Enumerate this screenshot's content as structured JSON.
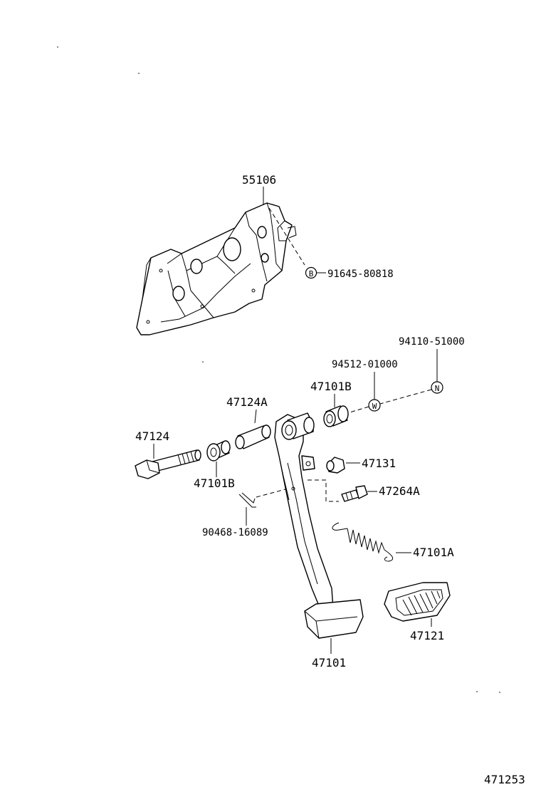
{
  "labels": {
    "bracket": "55106",
    "bolt_b": "91645-80818",
    "nut_n": "94110-51000",
    "washer_w": "94512-01000",
    "bushing_upper": "47101B",
    "collar": "47124A",
    "bolt": "47124",
    "bushing_lower": "47101B",
    "cushion": "47131",
    "stopper": "47264A",
    "clip": "90468-16089",
    "spring": "47101A",
    "pad": "47121",
    "pedal": "47101",
    "diagram_number": "471253"
  },
  "symbols": {
    "bolt_b": "B",
    "washer_w": "W",
    "nut_n": "N"
  }
}
